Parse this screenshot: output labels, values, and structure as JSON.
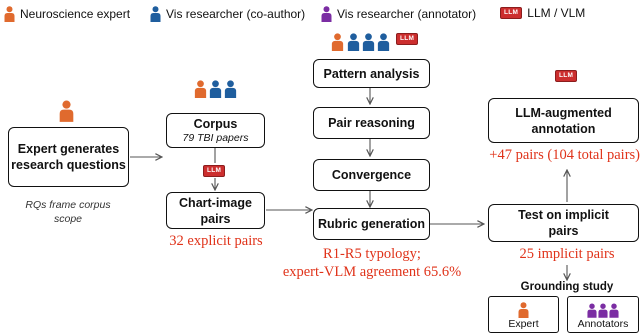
{
  "colors": {
    "expert": "#e06a2e",
    "vis_coauthor": "#1f5e9e",
    "vis_annotator": "#7b2da3",
    "llm": "#cc2e2e",
    "accent_text": "#e0331a"
  },
  "legend": {
    "expert": "Neuroscience expert",
    "coauthor": "Vis researcher (co-author)",
    "annotator": "Vis researcher (annotator)",
    "llm": "LLM / VLM"
  },
  "llm_tag": "LLM",
  "expert_box": {
    "title": "Expert generates research questions",
    "note": "RQs frame corpus scope"
  },
  "corpus_box": {
    "title": "Corpus",
    "subtitle": "79 TBI papers"
  },
  "chart_pairs_box": {
    "title": "Chart-image pairs",
    "result": "32 explicit pairs"
  },
  "pipeline": [
    "Pattern analysis",
    "Pair reasoning",
    "Convergence",
    "Rubric generation"
  ],
  "rubric_result": [
    "R1-R5 typology;",
    "expert-VLM agreement 65.6%"
  ],
  "annotation_box": {
    "title": "LLM-augmented annotation",
    "result": "+47 pairs (104 total pairs)"
  },
  "test_box": {
    "title": "Test on implicit pairs",
    "result": "25 implicit pairs"
  },
  "grounding": {
    "title": "Grounding study",
    "expert": "Expert",
    "annotators": "Annotators"
  }
}
